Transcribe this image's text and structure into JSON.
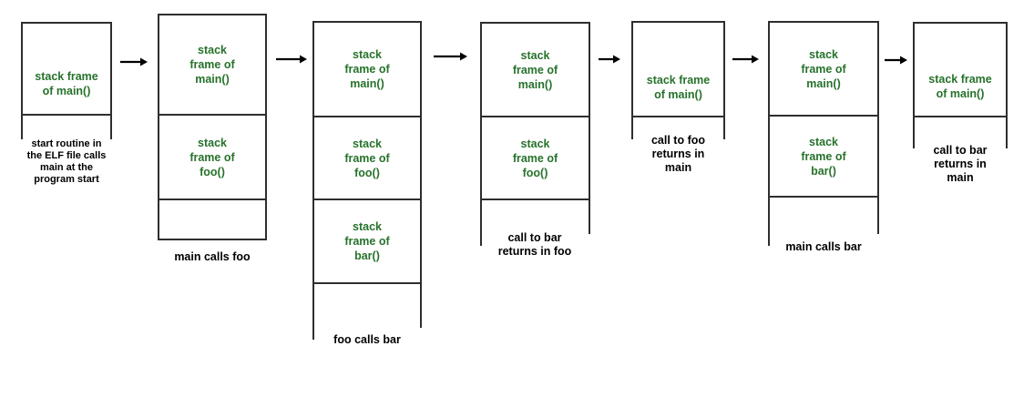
{
  "colors": {
    "frame_label_green": "#26722b",
    "caption_black": "#000000",
    "line": "#2e2e2e",
    "background": "#ffffff"
  },
  "connector": {
    "icon": "right-arrow"
  },
  "steps": [
    {
      "name": "program-start",
      "frames": [
        {
          "id": "main",
          "label": "stack frame\nof main()"
        }
      ],
      "has_empty_slot": false,
      "open_bottom": true,
      "caption": "start routine in\nthe ELF file calls\nmain at the\nprogram start"
    },
    {
      "name": "main-calls-foo",
      "frames": [
        {
          "id": "main",
          "label": "stack\nframe of\nmain()"
        },
        {
          "id": "foo",
          "label": "stack\nframe of\nfoo()"
        }
      ],
      "has_empty_slot": true,
      "open_bottom": false,
      "caption": "main calls foo"
    },
    {
      "name": "foo-calls-bar",
      "frames": [
        {
          "id": "main",
          "label": "stack\nframe of\nmain()"
        },
        {
          "id": "foo",
          "label": "stack\nframe of\nfoo()"
        },
        {
          "id": "bar",
          "label": "stack\nframe of\nbar()"
        }
      ],
      "has_empty_slot": true,
      "open_bottom": true,
      "caption": "foo calls bar"
    },
    {
      "name": "bar-returns-to-foo",
      "frames": [
        {
          "id": "main",
          "label": "stack\nframe of\nmain()"
        },
        {
          "id": "foo",
          "label": "stack\nframe of\nfoo()"
        }
      ],
      "has_empty_slot": false,
      "open_bottom": true,
      "caption": "call to bar\nreturns in foo"
    },
    {
      "name": "foo-returns-to-main",
      "frames": [
        {
          "id": "main",
          "label": "stack frame\nof main()"
        }
      ],
      "has_empty_slot": false,
      "open_bottom": true,
      "caption": "call to foo\nreturns in\nmain"
    },
    {
      "name": "main-calls-bar",
      "frames": [
        {
          "id": "main",
          "label": "stack\nframe of\nmain()"
        },
        {
          "id": "bar",
          "label": "stack\nframe of\nbar()"
        }
      ],
      "has_empty_slot": true,
      "open_bottom": true,
      "caption": "main calls bar"
    },
    {
      "name": "bar-returns-to-main",
      "frames": [
        {
          "id": "main",
          "label": "stack frame\nof main()"
        }
      ],
      "has_empty_slot": false,
      "open_bottom": true,
      "caption": "call to bar\nreturns in\nmain"
    }
  ]
}
